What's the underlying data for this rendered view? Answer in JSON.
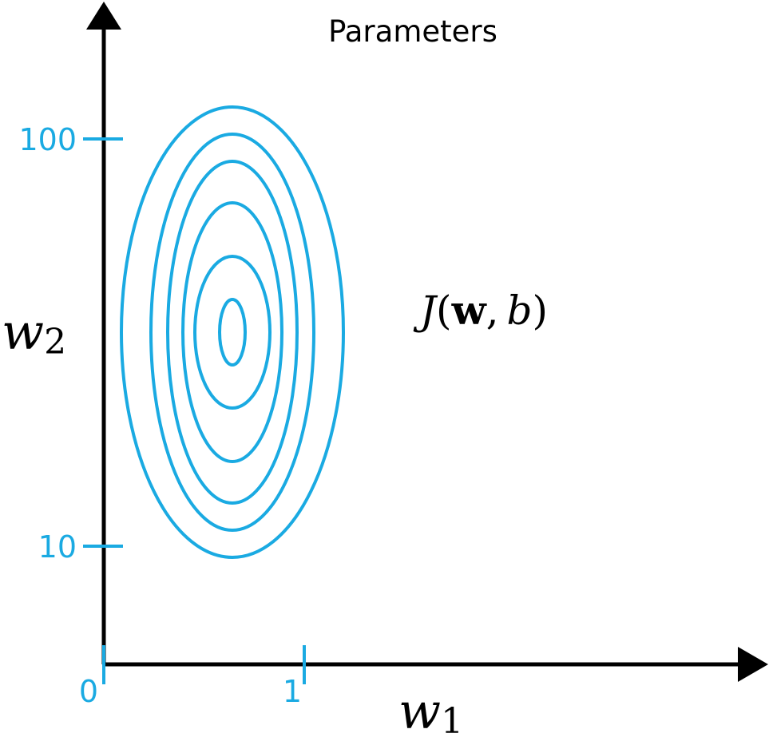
{
  "title": "Parameters",
  "function_label": {
    "name": "J",
    "open_paren": "(",
    "param_w": "w",
    "comma": ",",
    "param_b": "b",
    "close_paren": ")"
  },
  "axes": {
    "x": {
      "symbol": "w",
      "subscript": "1",
      "ticks": [
        "0",
        "1"
      ]
    },
    "y": {
      "symbol": "w",
      "subscript": "2",
      "ticks": [
        "10",
        "100"
      ]
    }
  },
  "contour_levels": 6,
  "colors": {
    "contour": "#1aaae2",
    "axis": "#000000",
    "tick": "#1aaae2",
    "text": "#000000"
  }
}
